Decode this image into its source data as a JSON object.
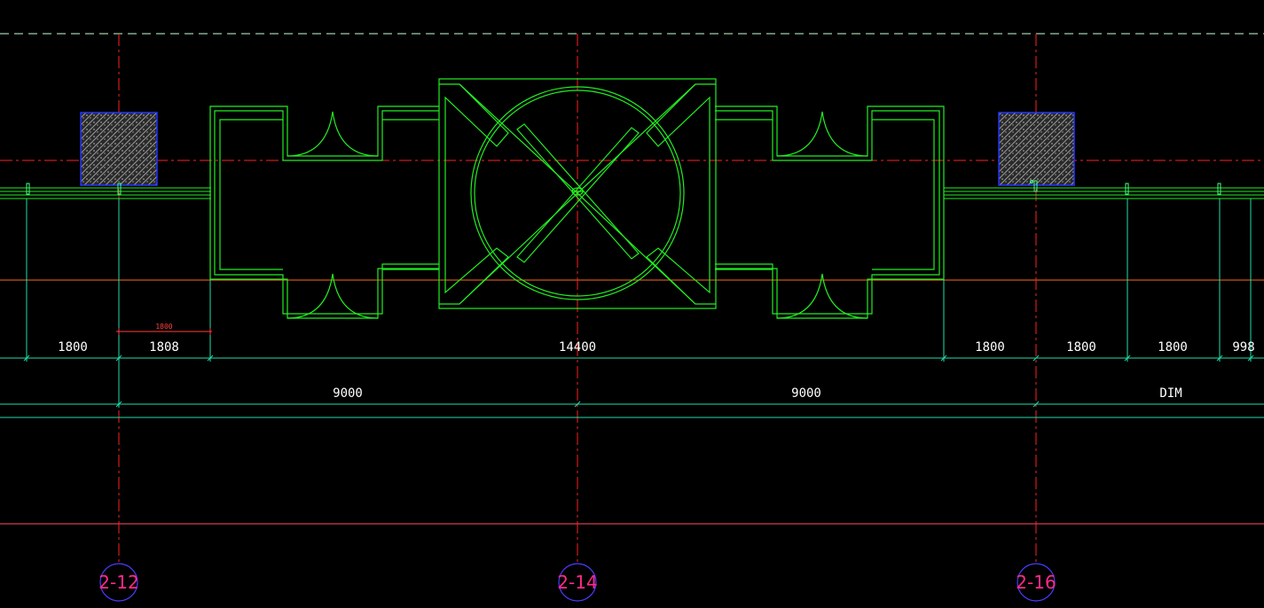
{
  "colors": {
    "background": "#000000",
    "grid_axis": "#ff2020",
    "wall": "#22ee22",
    "dimension": "#22ddaa",
    "dim_text": "#ffffff",
    "column_edge": "#2233ff",
    "guide_orange": "#ff6a1a",
    "guide_pink": "#ff4d6a",
    "grid_bubble": "#4a3cff",
    "grid_label": "#ff2a8a",
    "dashed_top": "#c8ffd8"
  },
  "dim_row1": [
    "1800",
    "1808",
    "14400",
    "1800",
    "1800",
    "1800",
    "998"
  ],
  "dim_row2": [
    "9000",
    "9000",
    "DIM"
  ],
  "small_dim": "1800",
  "grid_labels": [
    "2-12",
    "2-14",
    "2-16"
  ]
}
